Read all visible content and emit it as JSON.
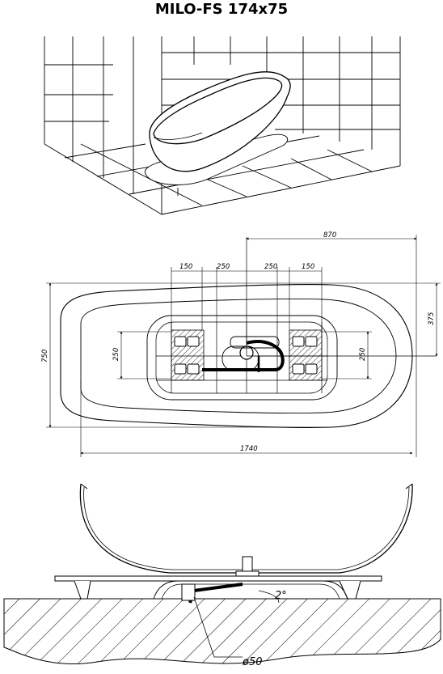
{
  "title": "MILO-FS 174x75",
  "plan_view": {
    "overall_length": "1740",
    "overall_width": "750",
    "offset_horizontal": "870",
    "offset_vertical": "375",
    "spacings": [
      "150",
      "250",
      "250",
      "150"
    ],
    "support_height_left": "250",
    "support_height_right": "250"
  },
  "side_view": {
    "drain_diameter": "ø50",
    "slope": "2°"
  }
}
